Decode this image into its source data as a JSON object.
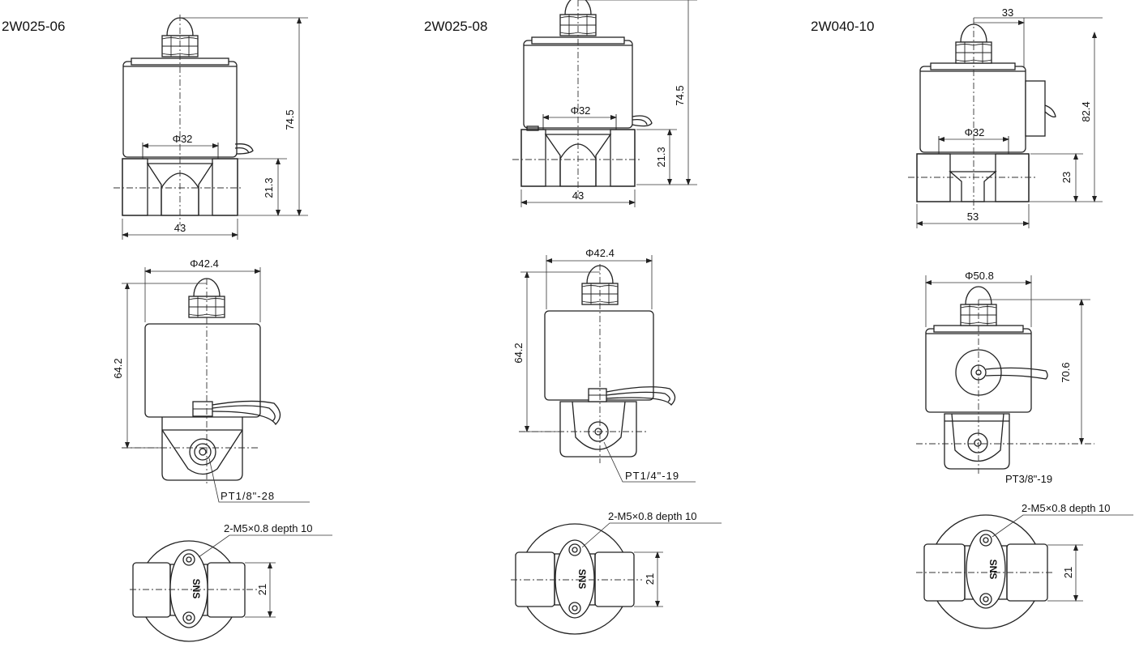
{
  "models": [
    {
      "name": "2W025-06",
      "dims": {
        "height_total": "74.5",
        "base_height": "21.3",
        "base_width": "43",
        "coil_dia_front": "Φ32",
        "coil_dia_side": "Φ42.4",
        "side_height": "64.2",
        "bottom_width": "21"
      },
      "thread": "PT1/8\"-28",
      "mount": "2-M5×0.8 depth 10",
      "logo": "SNS"
    },
    {
      "name": "2W025-08",
      "dims": {
        "height_total": "74.5",
        "base_height": "21.3",
        "base_width": "43",
        "coil_dia_front": "Φ32",
        "coil_dia_side": "Φ42.4",
        "side_height": "64.2",
        "bottom_width": "21"
      },
      "thread": "PT1/4\"-19",
      "mount": "2-M5×0.8 depth 10",
      "logo": "SNS"
    },
    {
      "name": "2W040-10",
      "dims": {
        "height_total": "82.4",
        "base_height": "23",
        "base_width": "53",
        "top_width": "33",
        "coil_dia_front": "Φ32",
        "coil_dia_side": "Φ50.8",
        "side_height": "70.6",
        "bottom_width": "21"
      },
      "thread": "PT3/8\"-19",
      "mount": "2-M5×0.8 depth 10",
      "logo": "SNS"
    }
  ]
}
